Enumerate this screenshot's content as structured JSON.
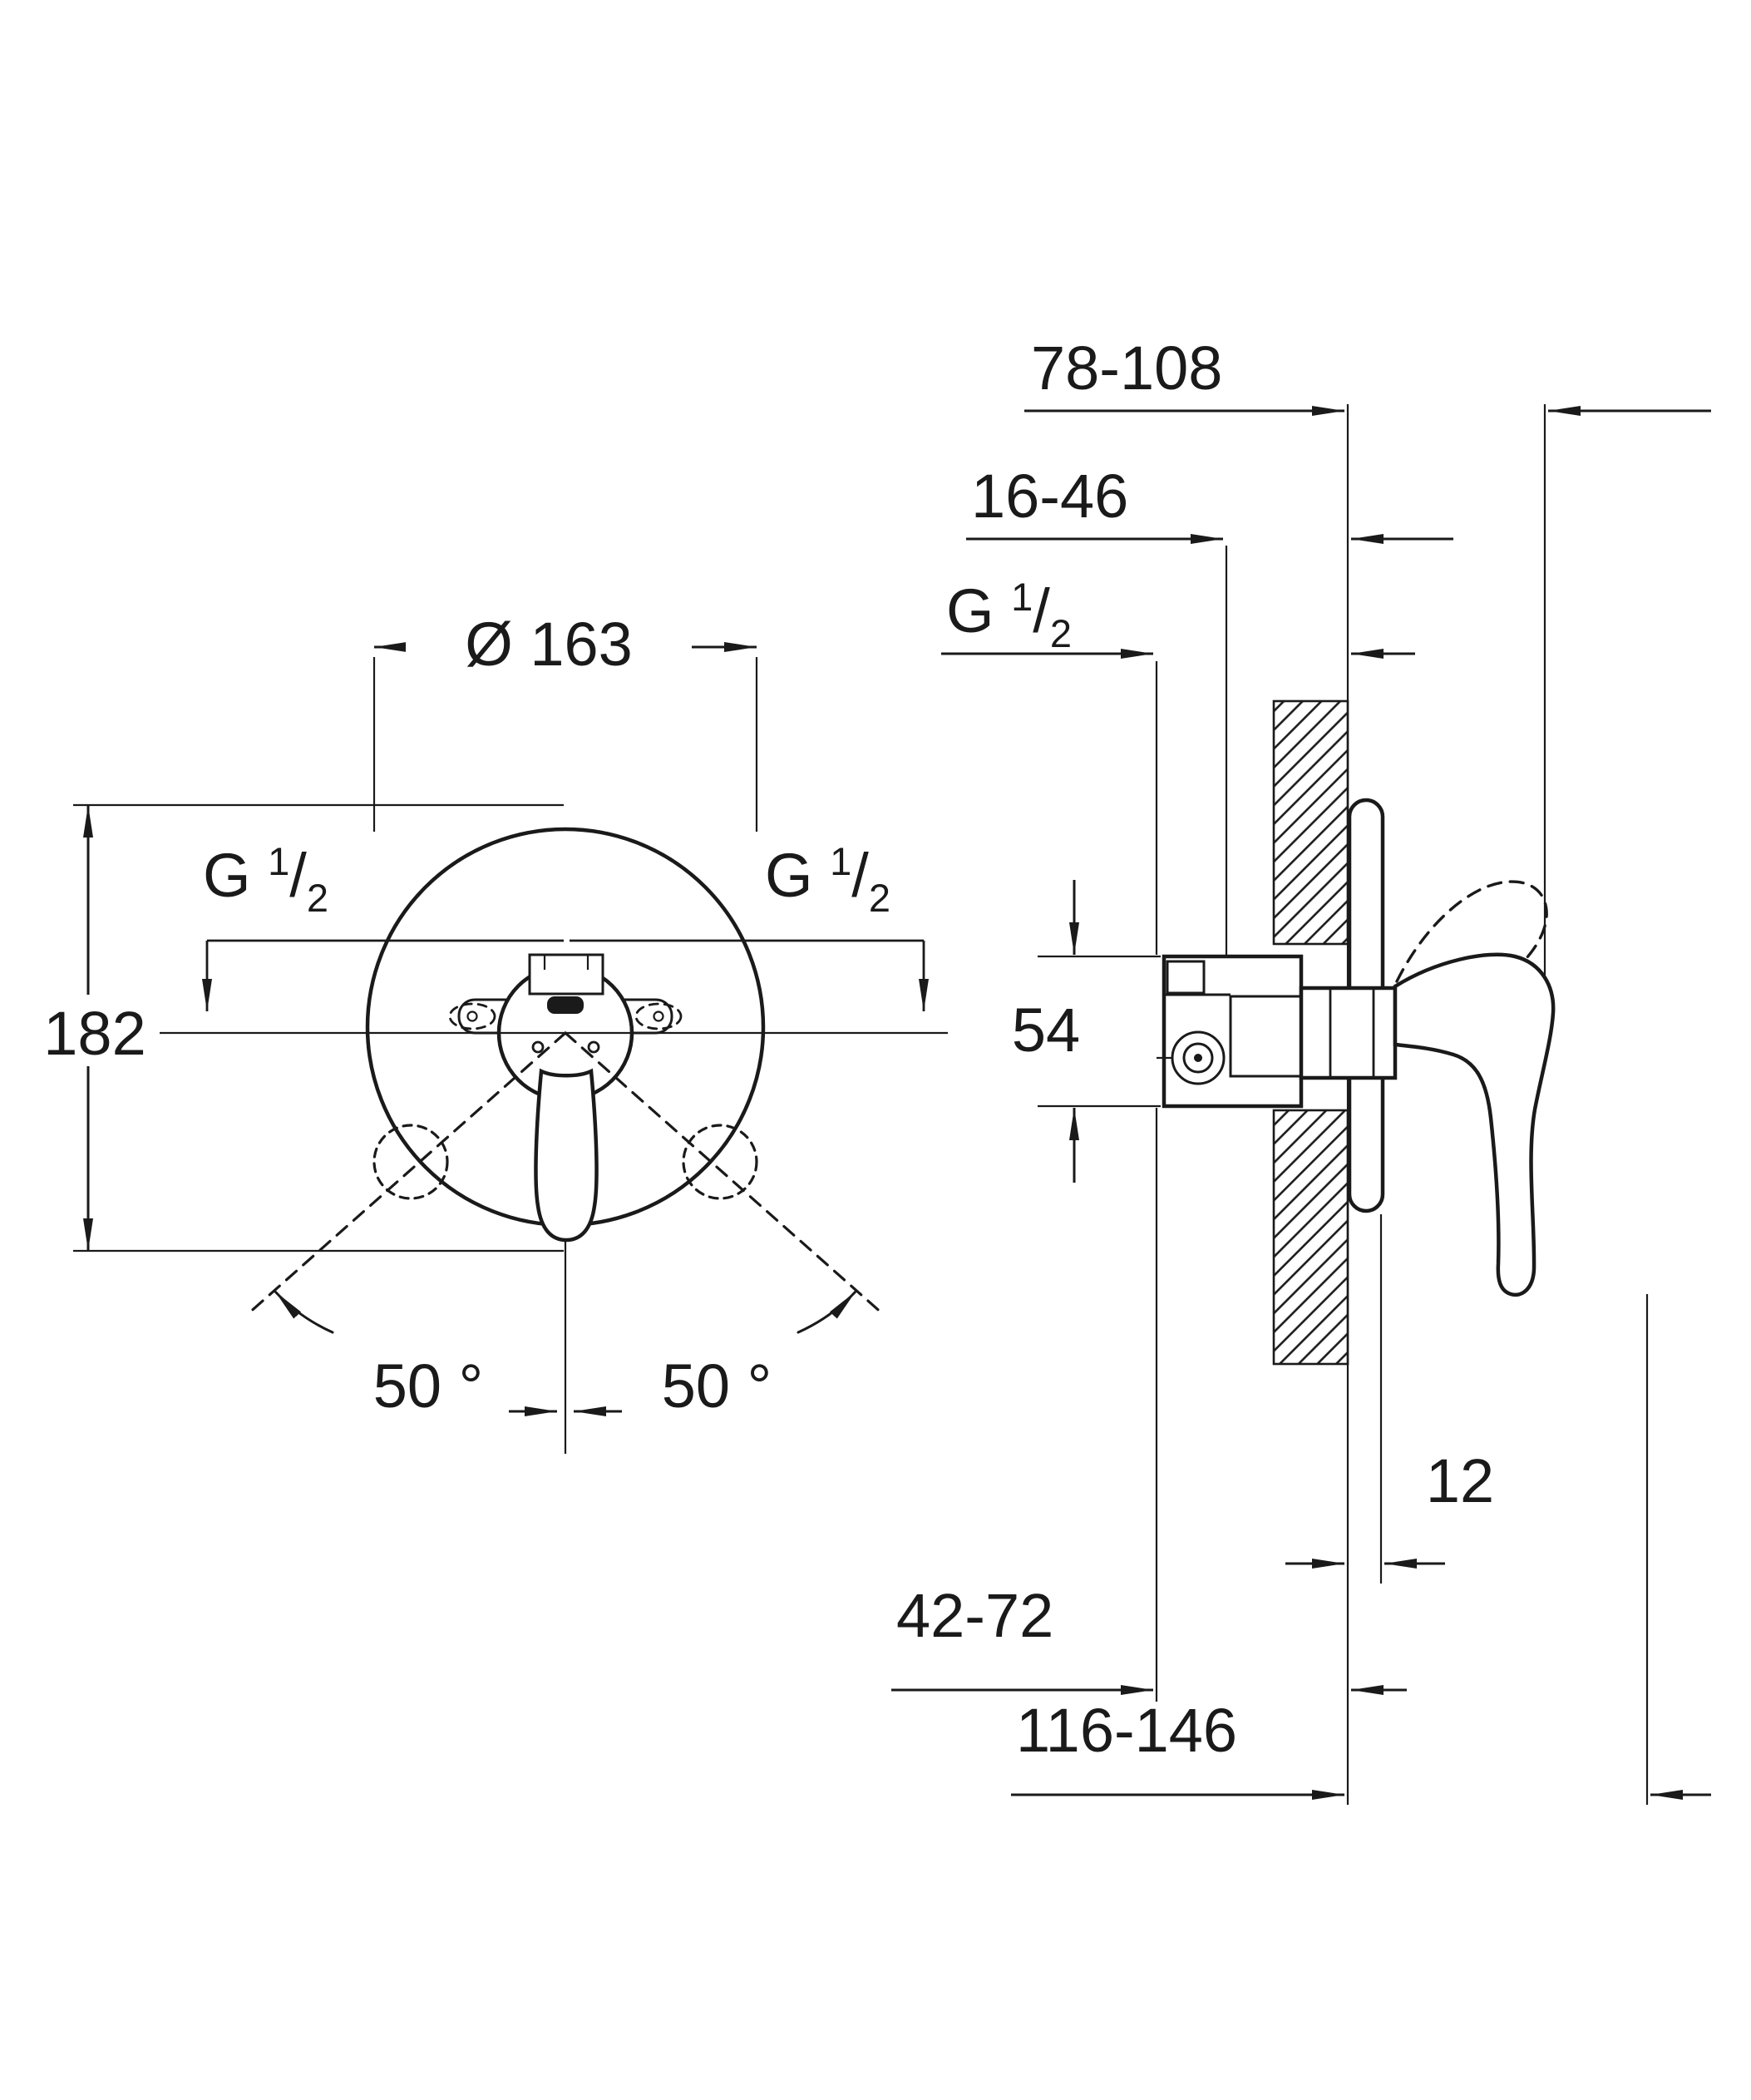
{
  "front_view": {
    "diameter_label": "Ø 163",
    "height_label": "182",
    "angle_left_label": "50 °",
    "angle_right_label": "50 °",
    "thread_left": {
      "prefix": "G",
      "numerator": "1",
      "slash": "/",
      "denominator": "2"
    },
    "thread_right": {
      "prefix": "G",
      "numerator": "1",
      "slash": "/",
      "denominator": "2"
    }
  },
  "side_view": {
    "wall_distance_label": "78-108",
    "recess_depth_label": "16-46",
    "thread": {
      "prefix": "G",
      "numerator": "1",
      "slash": "/",
      "denominator": "2"
    },
    "body_height_label": "54",
    "plate_thickness_label": "12",
    "valve_depth_label": "42-72",
    "overall_depth_label": "116-146"
  },
  "colors": {
    "line": "#1a1a1a",
    "background": "#ffffff"
  }
}
